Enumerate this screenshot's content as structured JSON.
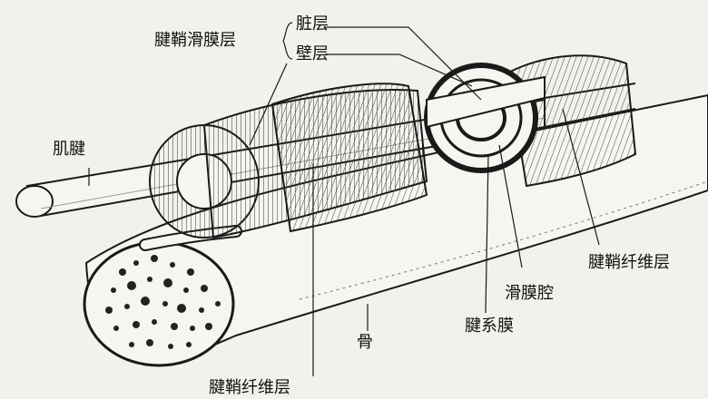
{
  "labels": {
    "sheath_synovial": "腱鞘滑膜层",
    "visceral": "脏层",
    "parietal": "壁层",
    "tendon": "肌腱",
    "sheath_fibrous_right": "腱鞘纤维层",
    "synovial_cavity": "滑膜腔",
    "mesotendon": "腱系膜",
    "bone": "骨",
    "sheath_fibrous_bottom": "腱鞘纤维层"
  },
  "colors": {
    "ink": "#1a1a1a",
    "paper": "#f3f1ec"
  }
}
